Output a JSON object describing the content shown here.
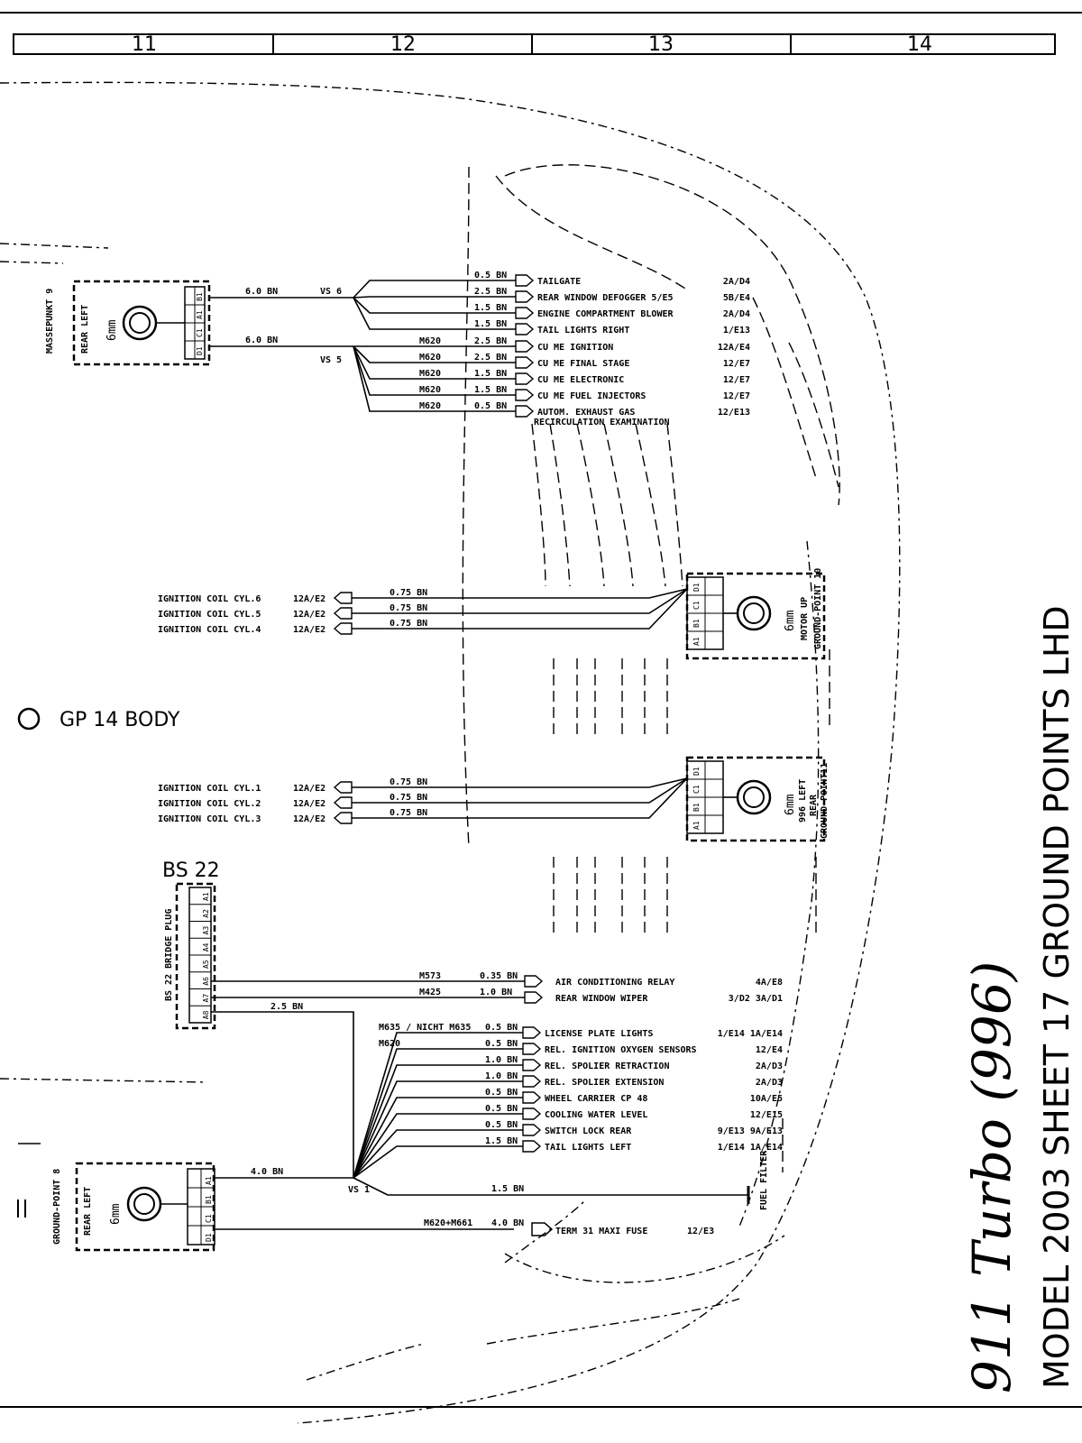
{
  "grid_columns": [
    "11",
    "12",
    "13",
    "14"
  ],
  "title": {
    "script": "911 Turbo (996)",
    "main": "MODEL 2003  SHEET 17 GROUND POINTS LHD"
  },
  "gp14": "GP 14  BODY",
  "bs22": {
    "title": "BS 22",
    "label": "BS 22 BRIDGE PLUG",
    "pins": [
      "A1",
      "A2",
      "A3",
      "A4",
      "A5",
      "A6",
      "A7",
      "A8"
    ]
  },
  "gp9": {
    "label_lines": [
      "MASSEPUNKT 9",
      "REAR LEFT",
      "6mm"
    ],
    "pins": [
      "B1",
      "A1",
      "C1",
      "D1"
    ],
    "top_wire": "6.0 BN",
    "bottom_wire": "6.0 BN",
    "splice_top": "VS 6",
    "splice_bottom": "VS 5"
  },
  "vs6_outputs": [
    {
      "code": "",
      "wire": "0.5 BN",
      "label": "TAILGATE",
      "ref": "2A/D4"
    },
    {
      "code": "",
      "wire": "2.5 BN",
      "label": "REAR WINDOW DEFOGGER 5/E5",
      "ref": "5B/E4"
    },
    {
      "code": "",
      "wire": "1.5 BN",
      "label": "ENGINE COMPARTMENT BLOWER",
      "ref": "2A/D4"
    },
    {
      "code": "",
      "wire": "1.5 BN",
      "label": "TAIL LIGHTS RIGHT",
      "ref": "1/E13"
    }
  ],
  "vs5_outputs": [
    {
      "code": "M620",
      "wire": "2.5 BN",
      "label": "CU ME IGNITION",
      "ref": "12A/E4"
    },
    {
      "code": "M620",
      "wire": "2.5 BN",
      "label": "CU ME FINAL STAGE",
      "ref": "12/E7"
    },
    {
      "code": "M620",
      "wire": "1.5 BN",
      "label": "CU ME ELECTRONIC",
      "ref": "12/E7"
    },
    {
      "code": "M620",
      "wire": "1.5 BN",
      "label": "CU ME FUEL INJECTORS",
      "ref": "12/E7"
    },
    {
      "code": "M620",
      "wire": "0.5 BN",
      "label": "AUTOM. EXHAUST GAS",
      "label2": "RECIRCULATION EXAMINATION",
      "ref": "12/E13"
    }
  ],
  "gp10": {
    "label_lines": [
      "GROUND-POINT 10",
      "MOTOR UP",
      "6mm"
    ],
    "pins": [
      "A1",
      "B1",
      "C1",
      "D1"
    ],
    "wires": [
      {
        "label": "IGNITION  COIL CYL.6",
        "ref": "12A/E2",
        "wire": "0.75 BN"
      },
      {
        "label": "IGNITION  COIL CYL.5",
        "ref": "12A/E2",
        "wire": "0.75 BN"
      },
      {
        "label": "IGNITION  COIL CYL.4",
        "ref": "12A/E2",
        "wire": "0.75 BN"
      }
    ]
  },
  "gp11": {
    "label_lines": [
      "GROUND-POINT11",
      "REAR",
      "996 LEFT",
      "6mm"
    ],
    "pins": [
      "A1",
      "B1",
      "C1",
      "D1"
    ],
    "wires": [
      {
        "label": "IGNITION  COIL  CYL.1",
        "ref": "12A/E2",
        "wire": "0.75 BN"
      },
      {
        "label": "IGNITION  COIL  CYL.2",
        "ref": "12A/E2",
        "wire": "0.75 BN"
      },
      {
        "label": "IGNITION  COIL  CYL.3",
        "ref": "12A/E2",
        "wire": "0.75 BN"
      }
    ]
  },
  "bs22_outputs": [
    {
      "code": "M573",
      "wire": "0.35 BN",
      "label": "AIR CONDITIONING RELAY",
      "ref": "4A/E8"
    },
    {
      "code": "M425",
      "wire": "1.0 BN",
      "label": "REAR WINDOW WIPER",
      "ref": "3/D2 3A/D1"
    }
  ],
  "bs22_feed": "2.5 BN",
  "gp8": {
    "label_lines": [
      "GROUND-POINT 8",
      "REAR LEFT",
      "6mm"
    ],
    "pins": [
      "A1",
      "B1",
      "C1",
      "D1"
    ],
    "top_wire": "4.0 BN",
    "splice": "VS 1"
  },
  "vs1_outputs": [
    {
      "code": "M635 / NICHT M635",
      "wire": "0.5 BN",
      "label": "LICENSE PLATE LIGHTS",
      "ref": "1/E14 1A/E14"
    },
    {
      "code": "M620",
      "wire": "0.5 BN",
      "label": "REL. IGNITION OXYGEN SENSORS",
      "ref": "12/E4"
    },
    {
      "code": "",
      "wire": "1.0 BN",
      "label": "REL. SPOLIER RETRACTION",
      "ref": "2A/D3"
    },
    {
      "code": "",
      "wire": "1.0 BN",
      "label": "REL. SPOLIER EXTENSION",
      "ref": "2A/D3"
    },
    {
      "code": "",
      "wire": "0.5 BN",
      "label": "WHEEL CARRIER CP 48",
      "ref": "10A/E5"
    },
    {
      "code": "",
      "wire": "0.5 BN",
      "label": "COOLING WATER LEVEL",
      "ref": "12/E15"
    },
    {
      "code": "",
      "wire": "0.5 BN",
      "label": "SWITCH  LOCK  REAR",
      "ref": "9/E13 9A/E13"
    },
    {
      "code": "",
      "wire": "1.5 BN",
      "label": "TAIL LIGHTS LEFT",
      "ref": "1/E14 1A/E14"
    }
  ],
  "fuel": {
    "wire": "1.5 BN",
    "label": "FUEL FILTER"
  },
  "term31": {
    "code": "M620+M661",
    "wire": "4.0 BN",
    "label": "TERM 31  MAXI FUSE",
    "ref": "12/E3"
  }
}
